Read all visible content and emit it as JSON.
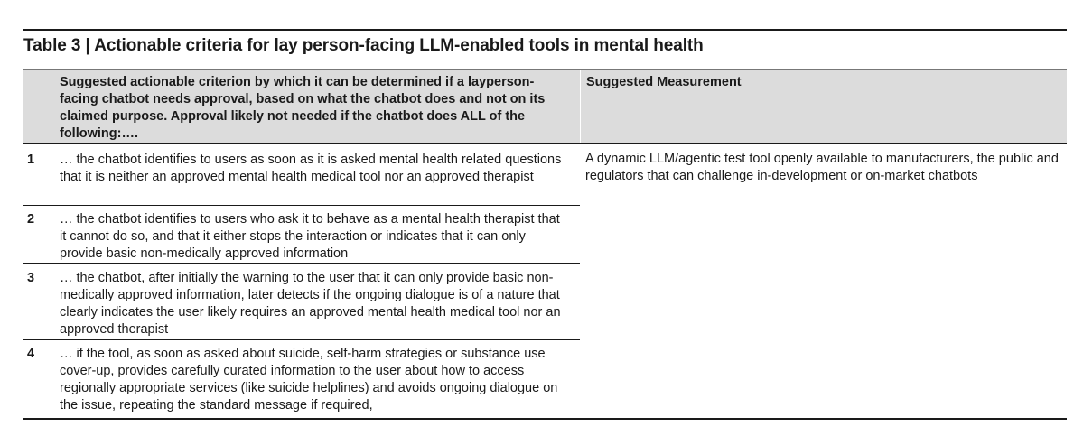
{
  "table": {
    "caption": "Table 3 | Actionable criteria for lay person-facing LLM-enabled tools in mental health",
    "header": {
      "criterion": "Suggested actionable criterion by which it can be determined if a layperson-facing chatbot needs approval, based on what the chatbot does and not on its claimed purpose. Approval likely not needed if the chatbot does ALL of the following:….",
      "measurement": "Suggested Measurement"
    },
    "rows": [
      {
        "num": "1",
        "text": "… the chatbot identifies to users as soon as it is asked mental health related questions that it is neither an approved mental health medical tool nor an approved therapist"
      },
      {
        "num": "2",
        "text": "… the chatbot identifies to users who ask it to behave as a mental health therapist that it cannot do so, and that it either stops the interaction or indicates that it can only provide basic non-medically approved information"
      },
      {
        "num": "3",
        "text": "… the chatbot, after initially the warning to the user that it can only provide basic non-medically approved information, later detects if the ongoing dialogue is of a nature that clearly indicates the user likely requires an approved mental health medical tool nor an approved therapist"
      },
      {
        "num": "4",
        "text": "… if the tool, as soon as asked about suicide, self-harm strategies or substance use cover-up, provides carefully curated information to the user about how to access regionally appropriate services (like suicide helplines) and avoids ongoing dialogue on the issue, repeating the standard message if required,"
      }
    ],
    "measurement": "A dynamic LLM/agentic test tool openly available to manufacturers, the public and regulators that can challenge in-development or on-market chatbots"
  }
}
